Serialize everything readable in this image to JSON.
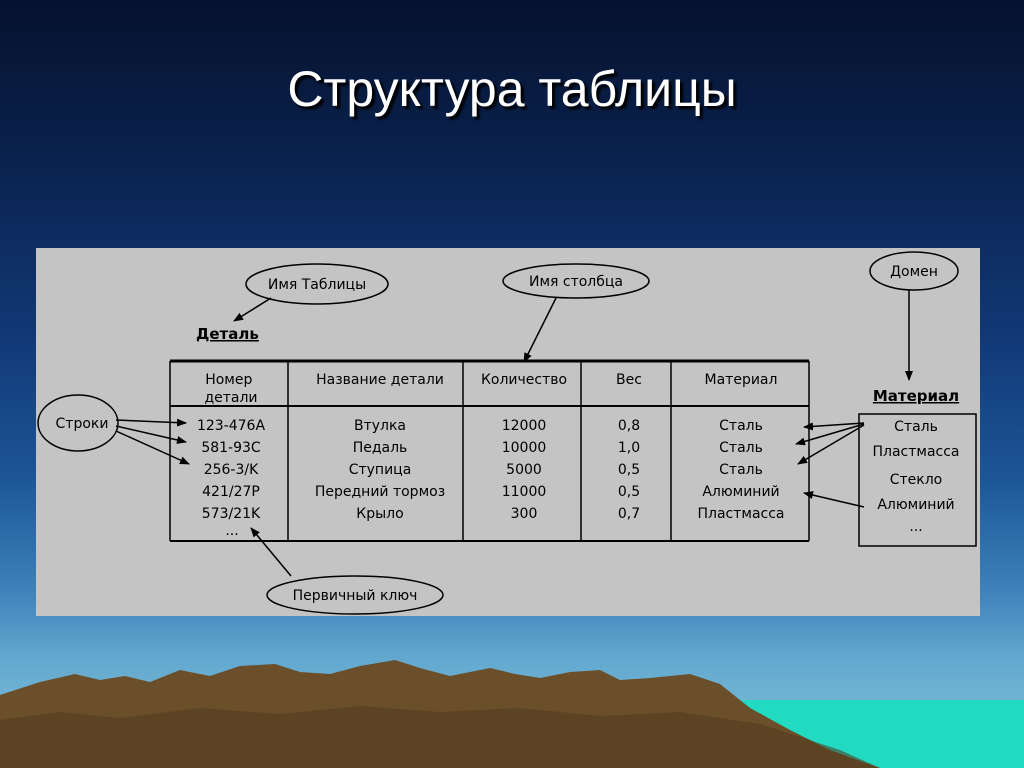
{
  "slide": {
    "title": "Структура таблицы"
  },
  "diagram": {
    "callouts": {
      "table_name": "Имя Таблицы",
      "column_name": "Имя столбца",
      "domain": "Домен",
      "rows": "Строки",
      "primary_key": "Первичный ключ"
    },
    "table_caption": "Деталь",
    "headers": [
      "Номер детали",
      "Название детали",
      "Количество",
      "Вес",
      "Материал"
    ],
    "rows": [
      [
        "123-476A",
        "Втулка",
        "12000",
        "0,8",
        "Сталь"
      ],
      [
        "581-93C",
        "Педаль",
        "10000",
        "1,0",
        "Сталь"
      ],
      [
        "256-3/K",
        "Ступица",
        "5000",
        "0,5",
        "Сталь"
      ],
      [
        "421/27P",
        "Передний тормоз",
        "11000",
        "0,5",
        "Алюминий"
      ],
      [
        "573/21K",
        "Крыло",
        "300",
        "0,7",
        "Пластмасса"
      ]
    ],
    "rows_more": "...",
    "domain_box": {
      "title": "Материал",
      "values": [
        "Сталь",
        "Пластмасса",
        "Стекло",
        "Алюминий"
      ],
      "more": "..."
    }
  },
  "colors": {
    "panel": "#c4c4c4",
    "title_text": "#ffffff",
    "sky_top": "#06122e",
    "sky_bottom": "#86c6d8",
    "mountain": "#6b4f2a",
    "sea": "#20d8c0"
  }
}
